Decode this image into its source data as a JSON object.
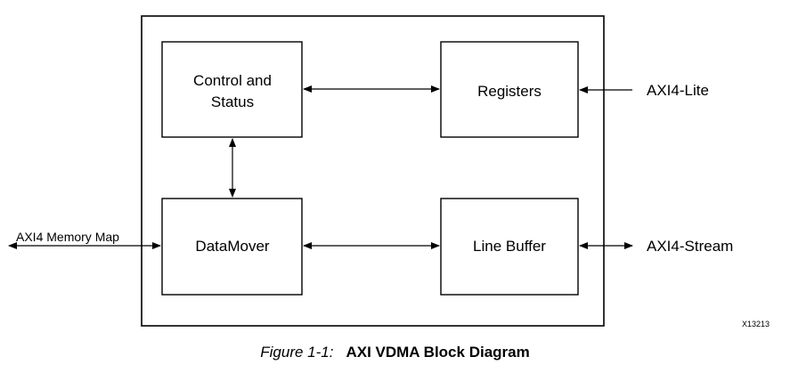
{
  "diagram": {
    "blocks": {
      "control_status": {
        "line1": "Control and",
        "line2": "Status"
      },
      "registers": {
        "label": "Registers"
      },
      "datamover": {
        "label": "DataMover"
      },
      "line_buffer": {
        "label": "Line Buffer"
      }
    },
    "ports": {
      "axi4_lite": "AXI4-Lite",
      "axi4_stream": "AXI4-Stream",
      "axi4_memory_map": "AXI4 Memory Map"
    },
    "figure_code": "X13213"
  },
  "caption": {
    "label": "Figure 1-1:",
    "title": "AXI VDMA Block Diagram"
  }
}
